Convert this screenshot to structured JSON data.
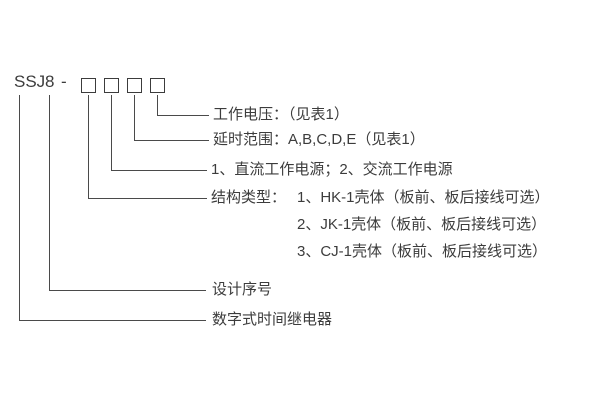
{
  "model": {
    "prefix": "SSJ",
    "series_number": "8",
    "separator": "-",
    "box_count": 4
  },
  "annotations": {
    "working_voltage": "工作电压：（见表1）",
    "delay_range": "延时范围：A,B,C,D,E（见表1）",
    "power_type": "1、直流工作电源；2、交流工作电源",
    "structure_type_title": "结构类型：",
    "structure_type_option1": "1、HK-1壳体（板前、板后接线可选）",
    "structure_type_option2": "2、JK-1壳体（板前、板后接线可选）",
    "structure_type_option3": "3、CJ-1壳体（板前、板后接线可选）",
    "design_serial": "设计序号",
    "product_name": "数字式时间继电器"
  }
}
